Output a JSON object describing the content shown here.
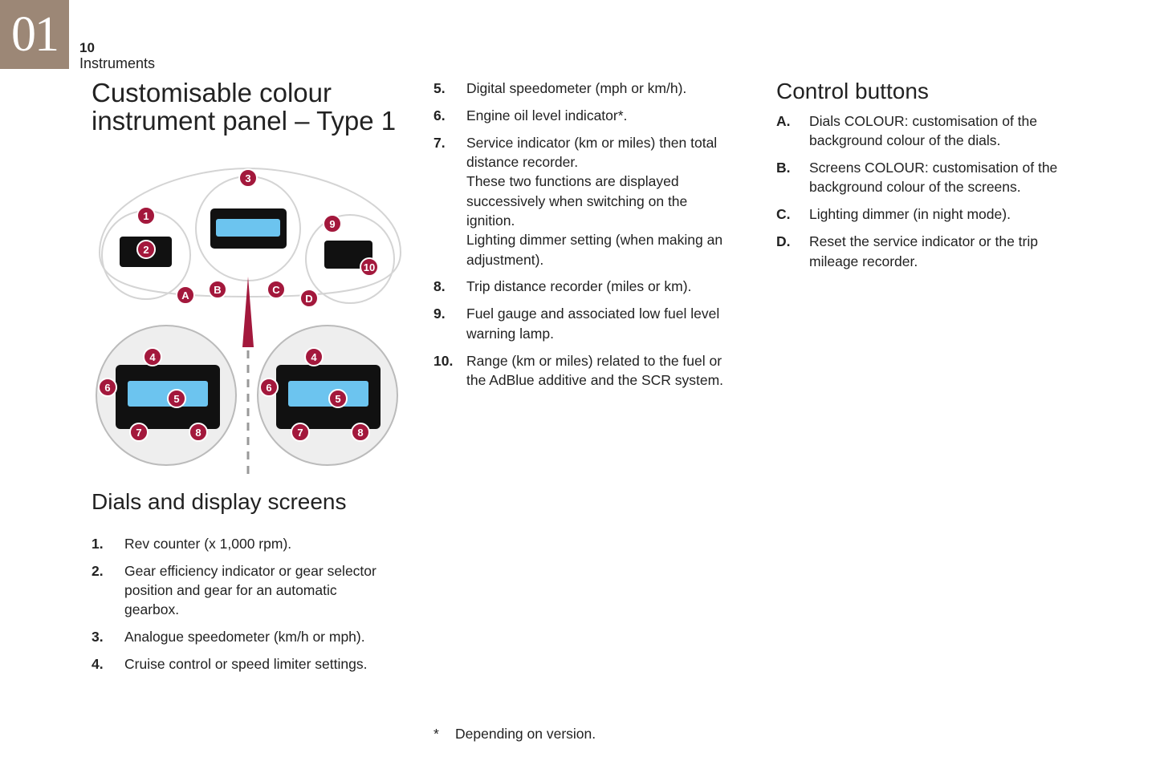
{
  "header": {
    "chapter": "01",
    "page_number": "10",
    "section": "Instruments"
  },
  "title": "Customisable colour instrument panel – Type 1",
  "figure": {
    "markers": {
      "m1": "1",
      "m2": "2",
      "m3": "3",
      "m4": "4",
      "m5": "5",
      "m6": "6",
      "m7": "7",
      "m8": "8",
      "m9": "9",
      "m10": "10",
      "mA": "A",
      "mB": "B",
      "mC": "C",
      "mD": "D"
    },
    "accent": "#a3183c"
  },
  "dials_heading": "Dials and display screens",
  "dials_items": [
    {
      "num": "1.",
      "text": "Rev counter (x 1,000 rpm)."
    },
    {
      "num": "2.",
      "text": "Gear efficiency indicator or gear selector\nposition and gear for an automatic\ngearbox."
    },
    {
      "num": "3.",
      "text": "Analogue speedometer (km/h or mph)."
    },
    {
      "num": "4.",
      "text": "Cruise control or speed limiter settings."
    },
    {
      "num": "5.",
      "text": "Digital speedometer (mph or km/h)."
    },
    {
      "num": "6.",
      "text": "Engine oil level indicator*."
    },
    {
      "num": "7.",
      "text": "Service indicator (km or miles) then total\ndistance recorder.\nThese two functions are displayed\nsuccessively when switching on the\nignition.\nLighting dimmer setting (when making an\nadjustment)."
    },
    {
      "num": "8.",
      "text": "Trip distance recorder (miles or km)."
    },
    {
      "num": "9.",
      "text": "Fuel gauge and associated low fuel level\nwarning lamp."
    },
    {
      "num": "10.",
      "text": "Range (km or miles) related to the fuel or\nthe AdBlue additive and the SCR system."
    }
  ],
  "controls_heading": "Control buttons",
  "controls_items": [
    {
      "num": "A.",
      "text": "Dials COLOUR: customisation of the\nbackground colour of the dials."
    },
    {
      "num": "B.",
      "text": "Screens COLOUR: customisation of the\nbackground colour of the screens."
    },
    {
      "num": "C.",
      "text": "Lighting dimmer (in night mode)."
    },
    {
      "num": "D.",
      "text": "Reset the service indicator or the trip\nmileage recorder."
    }
  ],
  "footnote": {
    "mark": "*",
    "text": "Depending on version."
  }
}
